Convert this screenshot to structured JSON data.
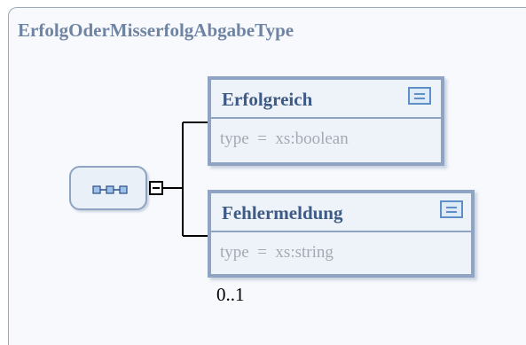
{
  "complex_type": {
    "name": "ErfolgOderMisserfolgAbgabeType"
  },
  "compositor": {
    "kind": "sequence",
    "icon": "sequence-icon",
    "toggle_icon": "collapse-minus-icon"
  },
  "elements": [
    {
      "name": "Erfolgreich",
      "type_line": "type  =  xs:boolean",
      "icon": "documentation-icon"
    },
    {
      "name": "Fehlermeldung",
      "type_line": "type  =  xs:string",
      "icon": "documentation-icon",
      "occurrence": "0..1"
    }
  ],
  "colors": {
    "title": "#6f84a3",
    "element_border": "#8ea4c2",
    "element_name": "#3e5a86",
    "type_text": "#a4a9b3",
    "doc_icon": "#5e8fc7"
  }
}
